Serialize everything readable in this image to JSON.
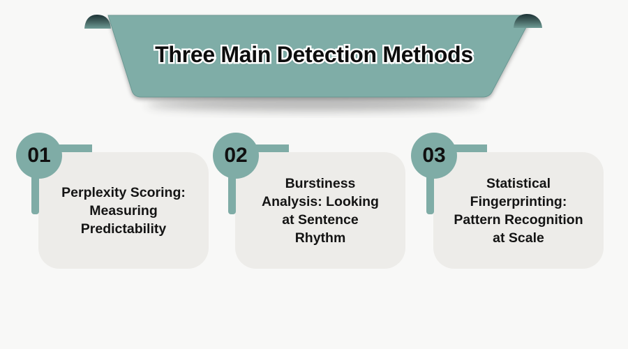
{
  "banner": {
    "title": "Three Main Detection Methods"
  },
  "steps": [
    {
      "number": "01",
      "lines": [
        "Perplexity Scoring:",
        "Measuring",
        "Predictability"
      ]
    },
    {
      "number": "02",
      "lines": [
        "Burstiness",
        "Analysis: Looking",
        "at Sentence",
        "Rhythm"
      ]
    },
    {
      "number": "03",
      "lines": [
        "Statistical",
        "Fingerprinting:",
        "Pattern Recognition",
        "at Scale"
      ]
    }
  ],
  "colors": {
    "teal": "#7FACA6",
    "ribbon_fill": "#7FADA7",
    "ribbon_edge": "#6A9792",
    "curl_dark": "#223A3E",
    "card_bg": "#EDECE9",
    "page_bg": "#F8F8F7",
    "text": "#141414",
    "title_text": "#0D0D0D",
    "title_outline": "#FFFFFF"
  }
}
